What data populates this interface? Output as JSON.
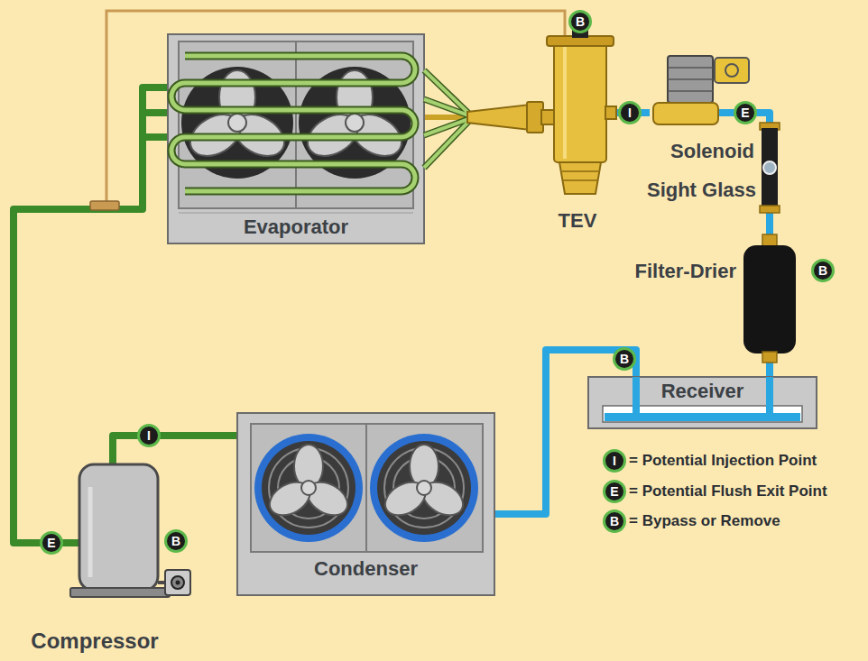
{
  "diagram": {
    "nodes": [
      {
        "text": [
          "Evaporator"
        ]
      },
      {
        "text": [
          "TEV"
        ]
      },
      {
        "text": [
          "Solenoid"
        ]
      },
      {
        "text": [
          "Sight Glass"
        ]
      },
      {
        "text": [
          "Filter-Drier"
        ]
      },
      {
        "text": [
          "Receiver"
        ]
      },
      {
        "text": [
          "Condenser"
        ]
      },
      {
        "text": [
          "Compressor"
        ]
      }
    ],
    "edges": [
      {
        "from": 7,
        "to": 6,
        "arrow": "none"
      },
      {
        "from": 6,
        "to": 5,
        "arrow": "none"
      },
      {
        "from": 5,
        "to": 4,
        "arrow": "none"
      },
      {
        "from": 4,
        "to": 3,
        "arrow": "none"
      },
      {
        "from": 3,
        "to": 2,
        "arrow": "none"
      },
      {
        "from": 2,
        "to": 1,
        "arrow": "none"
      },
      {
        "from": 1,
        "to": 0,
        "arrow": "none"
      },
      {
        "from": 0,
        "to": 7,
        "arrow": "none"
      }
    ],
    "labels": [
      "B",
      "I",
      "E",
      "B",
      "B",
      "I",
      "E",
      "B",
      "I",
      "E",
      "B"
    ],
    "legend": [
      {
        "text": "= Potential Injection Point"
      },
      {
        "text": "= Potential Flush Exit Point"
      },
      {
        "text": "= Bypass or Remove"
      }
    ]
  }
}
